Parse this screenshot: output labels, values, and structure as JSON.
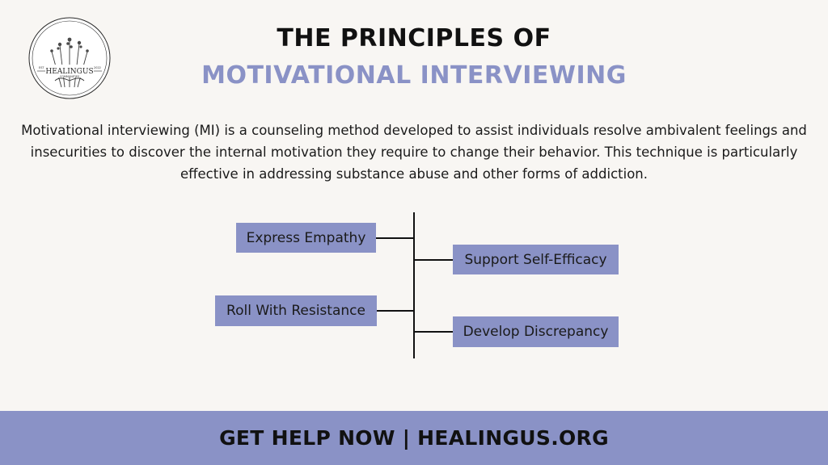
{
  "logo": {
    "brand_text": "HEALINGUS",
    "sub_text": "COMMUNITIES",
    "left_mark": "EST",
    "right_mark": "2022"
  },
  "title": {
    "line1": "THE PRINCIPLES OF",
    "line2": "MOTIVATIONAL INTERVIEWING"
  },
  "intro": "Motivational interviewing (MI) is a counseling method developed to assist individuals resolve ambivalent feelings and insecurities to discover the internal motivation they require to change their behavior. This technique is particularly effective in addressing substance abuse and other forms of addiction.",
  "diagram": {
    "nodes": [
      "Express Empathy",
      "Support Self-Efficacy",
      "Roll With Resistance",
      "Develop Discrepancy"
    ]
  },
  "footer": {
    "text": "GET HELP NOW | HEALINGUS.ORG"
  },
  "colors": {
    "accent": "#8a92c6",
    "background": "#f8f6f3",
    "text": "#111111"
  }
}
